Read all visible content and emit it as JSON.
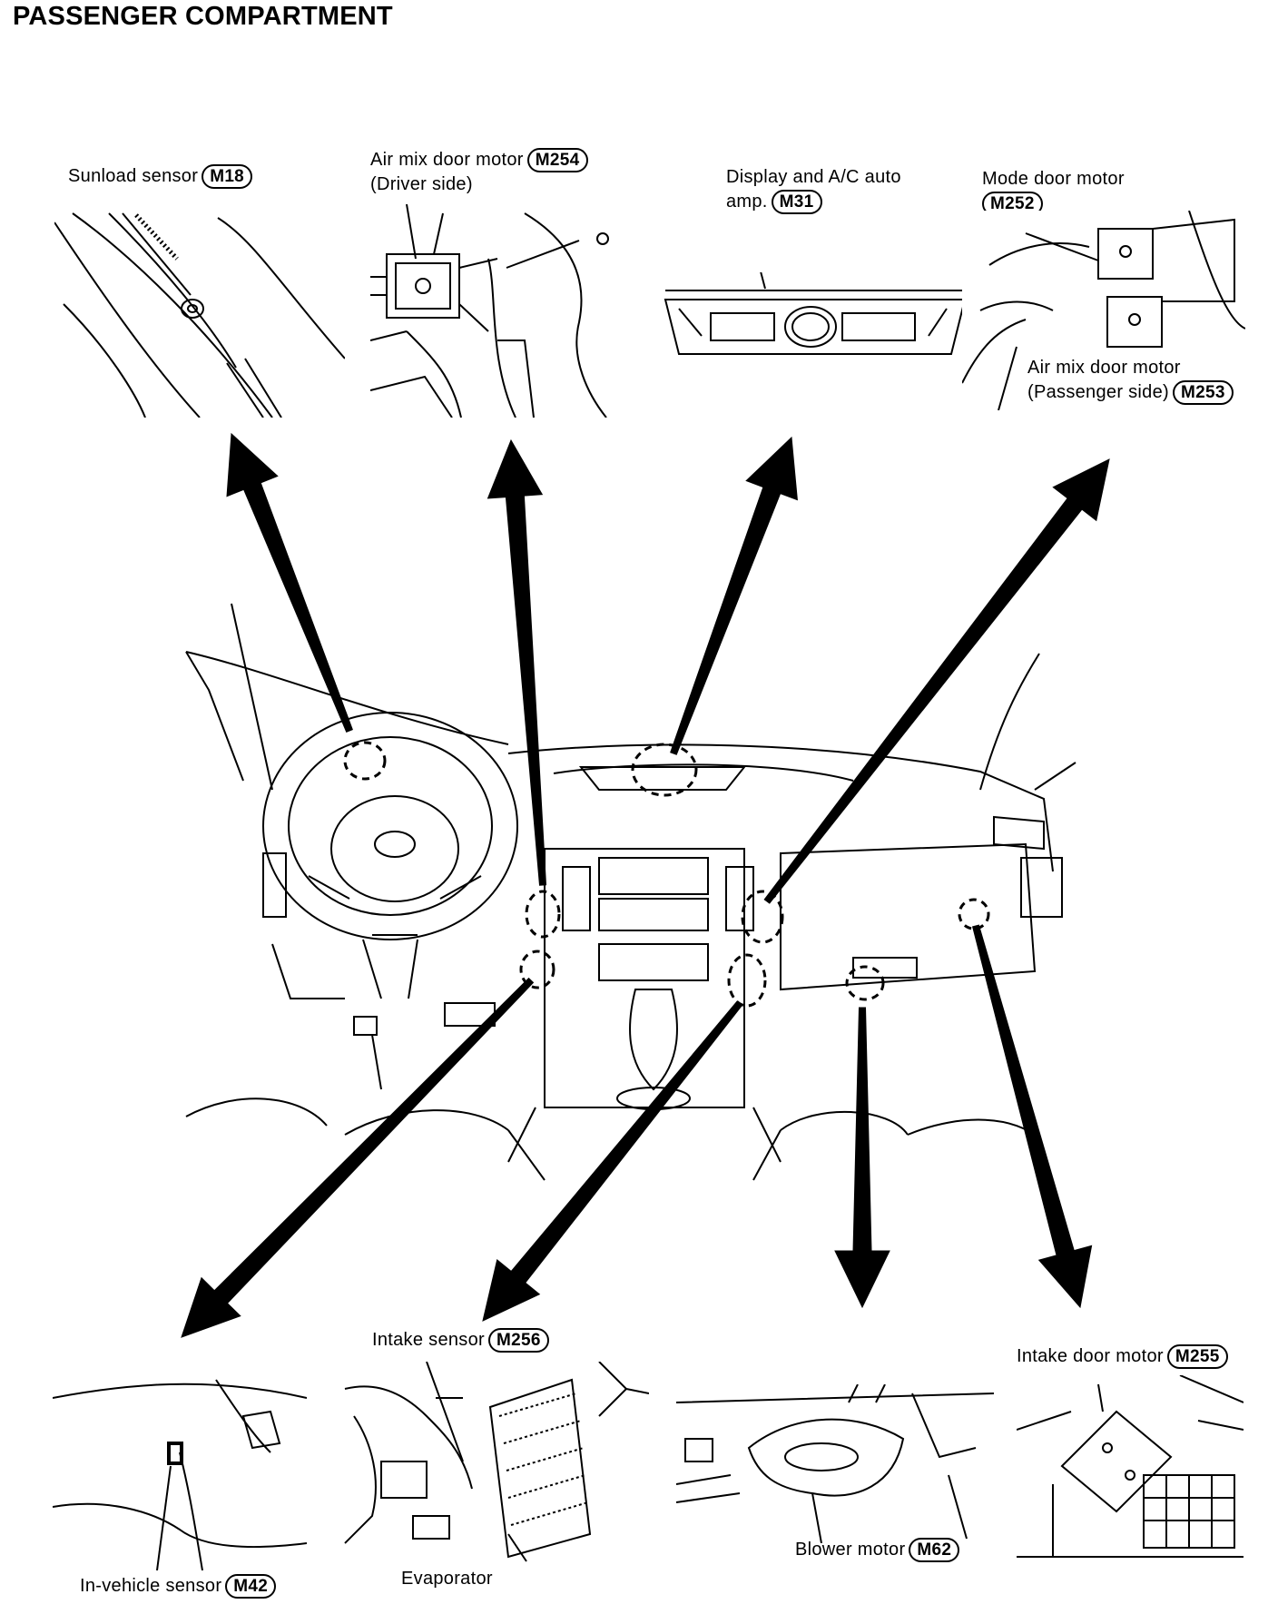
{
  "title": "PASSENGER COMPARTMENT",
  "components": {
    "sunload": {
      "name": "Sunload sensor",
      "connector": "M18"
    },
    "airmix_driver": {
      "name": "Air mix door motor",
      "sub": "(Driver side)",
      "connector": "M254"
    },
    "display": {
      "name": "Display and A/C auto",
      "name2": "amp.",
      "connector": "M31"
    },
    "mode_door": {
      "name": "Mode door motor",
      "connector": "M252"
    },
    "airmix_pass": {
      "name": "Air mix door motor",
      "sub": "(Passenger side)",
      "connector": "M253"
    },
    "in_vehicle": {
      "name": "In-vehicle sensor",
      "connector": "M42"
    },
    "intake_sensor": {
      "name": "Intake sensor",
      "connector": "M256",
      "extra": "Evaporator"
    },
    "blower": {
      "name": "Blower motor",
      "connector": "M62"
    },
    "intake_door": {
      "name": "Intake door motor",
      "connector": "M255"
    }
  }
}
